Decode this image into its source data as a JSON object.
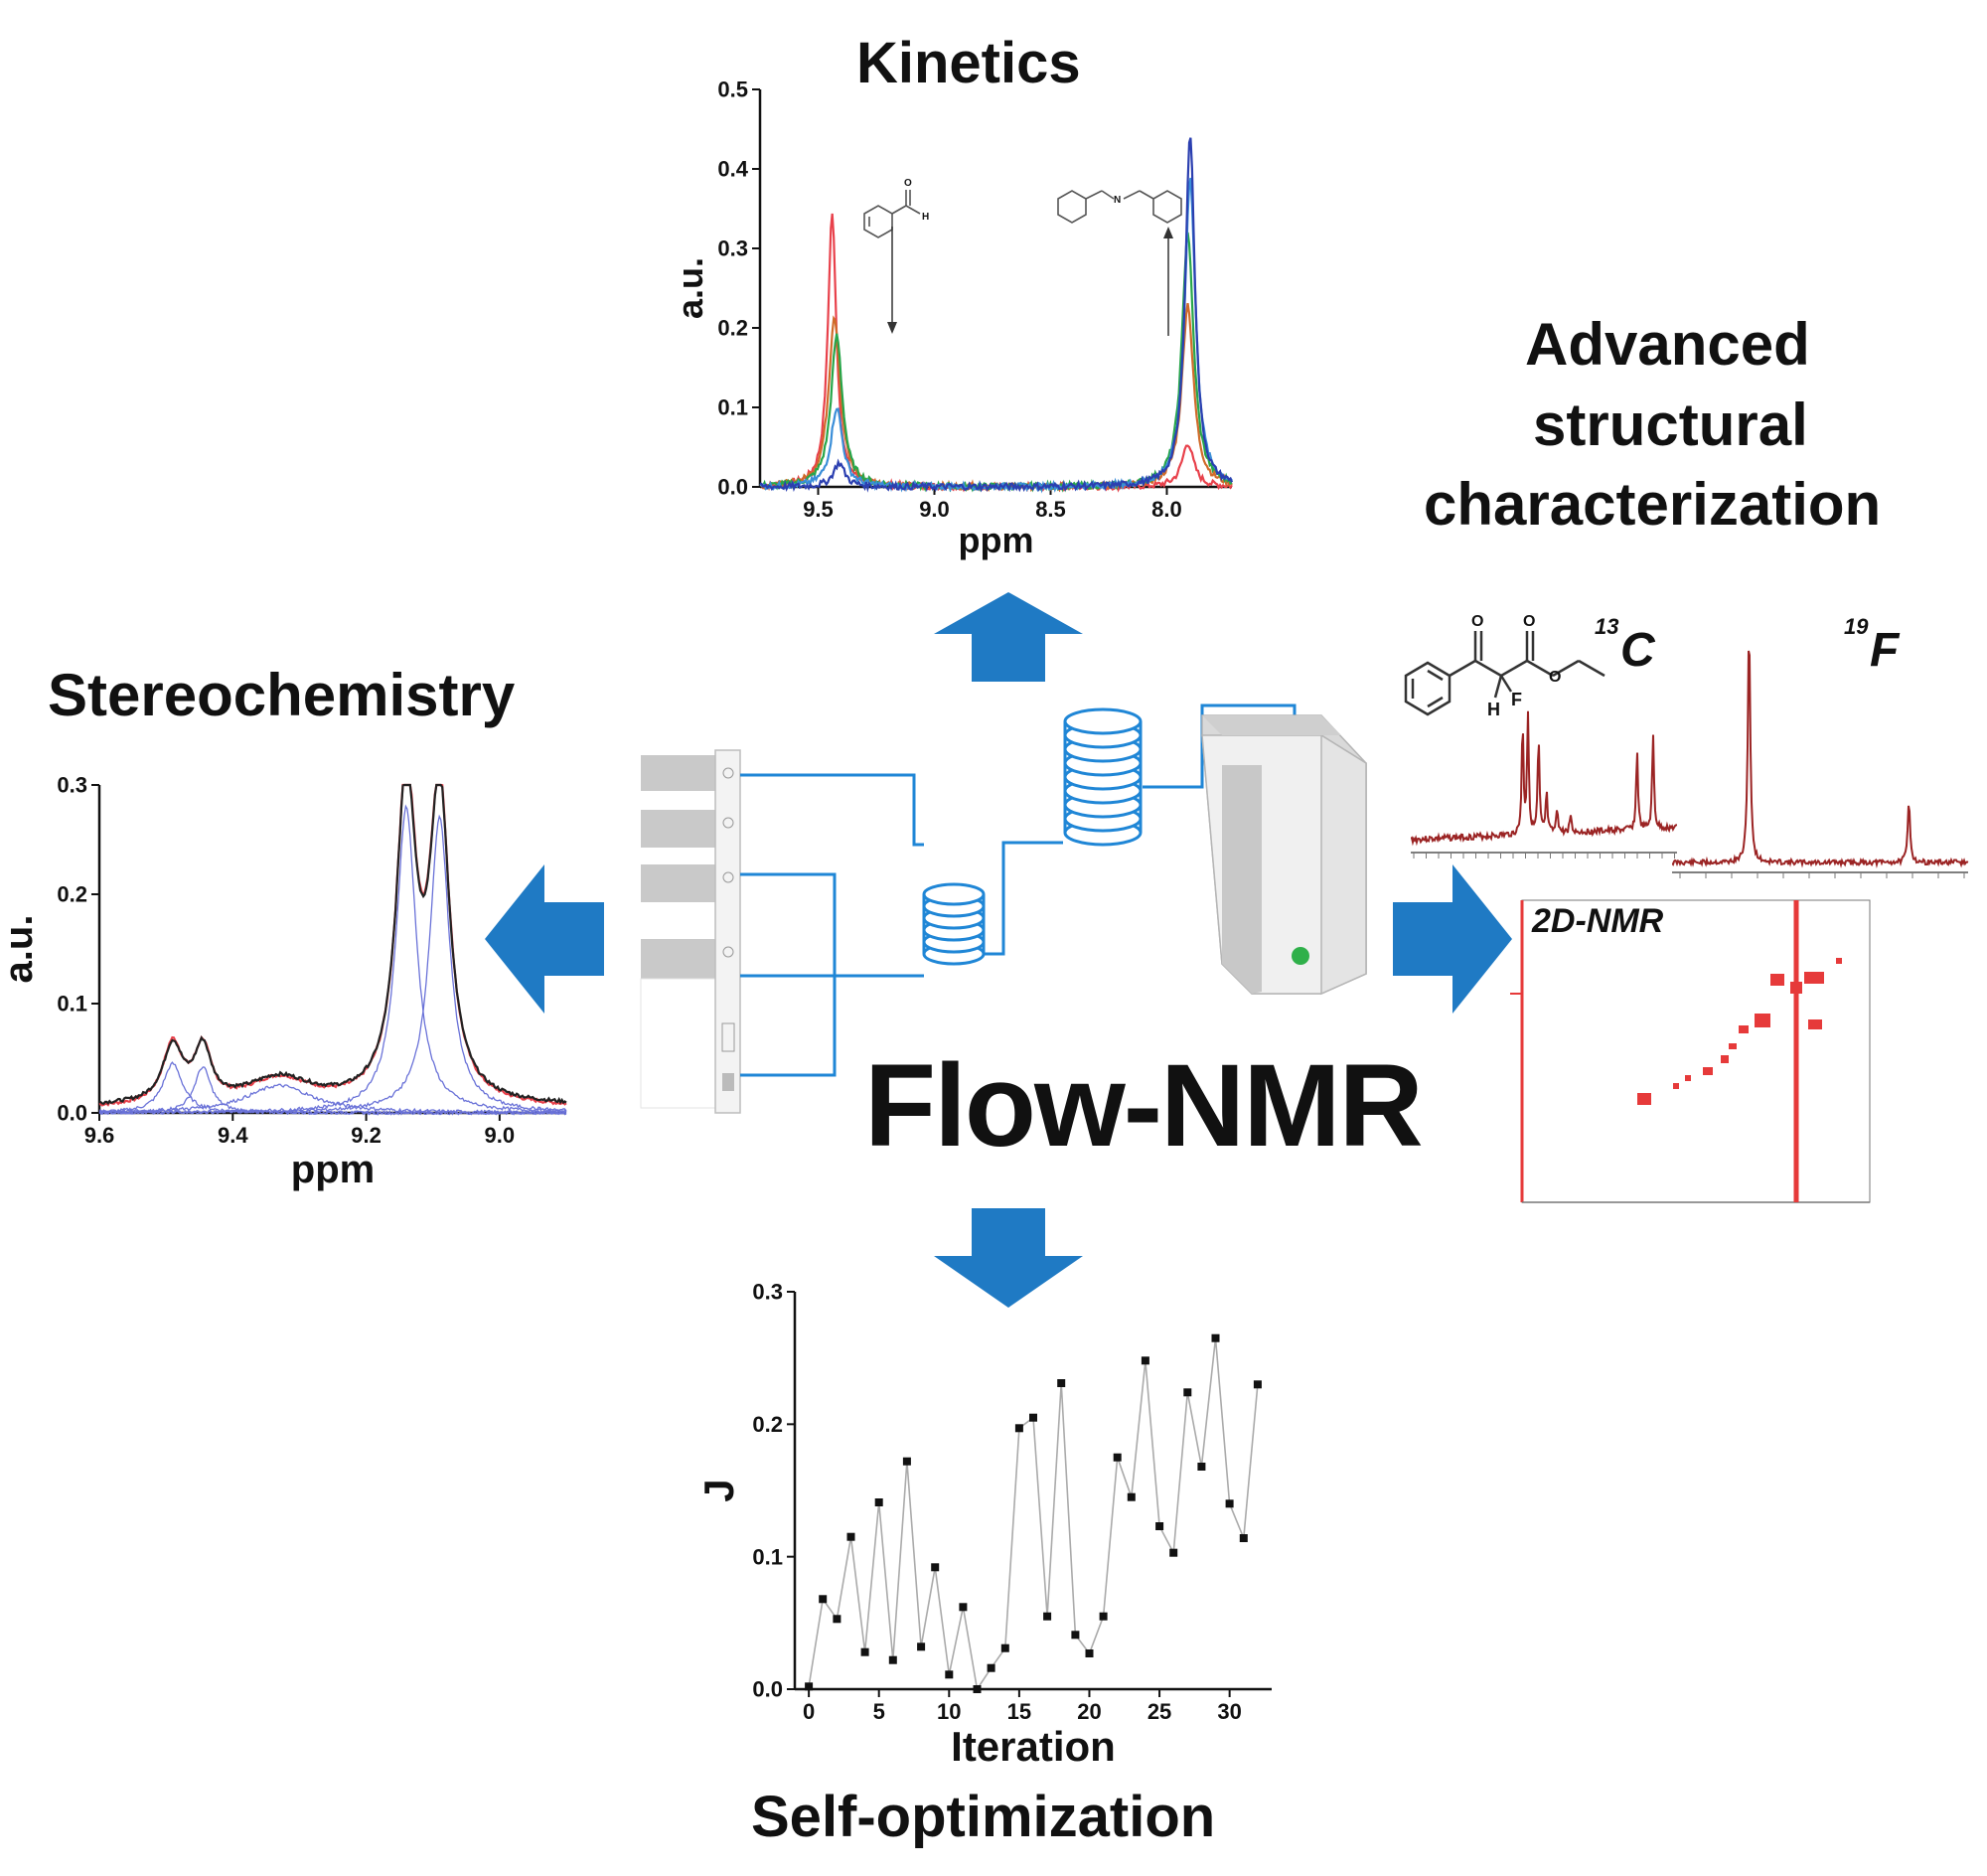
{
  "titles": {
    "kinetics": "Kinetics",
    "advanced": [
      "Advanced",
      "structural",
      "characterization"
    ],
    "stereochemistry": "Stereochemistry",
    "self_optimization": "Self-optimization",
    "center": "Flow-NMR"
  },
  "labels": {
    "c13": "13",
    "c13_elem": "C",
    "f19": "19",
    "f19_elem": "F",
    "twod": "2D-NMR",
    "mol_h": "H",
    "mol_f": "F",
    "ald_h": "H",
    "imine_n": "N"
  },
  "colors": {
    "arrow": "#1f7ac4",
    "flow_line": "#1f86d6",
    "spectrum_red": "#9b2424",
    "twod_red": "#e63a3a"
  },
  "chart_data": [
    {
      "id": "kinetics",
      "type": "line",
      "title": "Kinetics",
      "xlabel": "ppm",
      "ylabel": "a.u.",
      "xlim": [
        9.75,
        7.72
      ],
      "ylim": [
        0,
        0.5
      ],
      "xticks": [
        "9.5",
        "9.0",
        "8.5",
        "8.0"
      ],
      "xtick_values": [
        9.5,
        9.0,
        8.5,
        8.0
      ],
      "yticks": [
        "0.0",
        "0.1",
        "0.2",
        "0.3",
        "0.4",
        "0.5"
      ],
      "ytick_values": [
        0.0,
        0.1,
        0.2,
        0.3,
        0.4,
        0.5
      ],
      "series": [
        {
          "color": "#e8414b",
          "peaks": [
            [
              9.44,
              0.345,
              0.022
            ],
            [
              7.91,
              0.055,
              0.03
            ]
          ],
          "base": 0.0
        },
        {
          "color": "#d06b2a",
          "peaks": [
            [
              9.43,
              0.215,
              0.03
            ],
            [
              7.91,
              0.23,
              0.03
            ]
          ],
          "base": 0.0
        },
        {
          "color": "#27a64a",
          "peaks": [
            [
              9.42,
              0.19,
              0.03
            ],
            [
              7.91,
              0.32,
              0.03
            ]
          ],
          "base": 0.0
        },
        {
          "color": "#3a8ed8",
          "peaks": [
            [
              9.42,
              0.1,
              0.03
            ],
            [
              7.9,
              0.39,
              0.028
            ]
          ],
          "base": 0.0
        },
        {
          "color": "#2b3fb0",
          "peaks": [
            [
              9.41,
              0.03,
              0.03
            ],
            [
              7.9,
              0.445,
              0.025
            ]
          ],
          "base": 0.0
        }
      ]
    },
    {
      "id": "stereochemistry",
      "type": "line",
      "title": "Stereochemistry",
      "xlabel": "ppm",
      "ylabel": "a.u.",
      "xlim": [
        9.6,
        8.9
      ],
      "ylim": [
        0,
        0.3
      ],
      "xticks": [
        "9.6",
        "9.4",
        "9.2",
        "9.0"
      ],
      "xtick_values": [
        9.6,
        9.4,
        9.2,
        9.0
      ],
      "yticks": [
        "0.0",
        "0.1",
        "0.2",
        "0.3"
      ],
      "ytick_values": [
        0.0,
        0.1,
        0.2,
        0.3
      ],
      "series": [
        {
          "name": "fit",
          "color": "#e8414b",
          "peaks": [
            [
              9.49,
              0.055,
              0.018
            ],
            [
              9.445,
              0.05,
              0.015
            ],
            [
              9.33,
              0.025,
              0.06
            ],
            [
              9.14,
              0.29,
              0.018
            ],
            [
              9.09,
              0.28,
              0.018
            ]
          ],
          "base": 0.004
        },
        {
          "name": "exp",
          "color": "#222222",
          "peaks": [
            [
              9.49,
              0.052,
              0.018
            ],
            [
              9.445,
              0.048,
              0.015
            ],
            [
              9.33,
              0.024,
              0.06
            ],
            [
              9.14,
              0.285,
              0.018
            ],
            [
              9.09,
              0.275,
              0.018
            ]
          ],
          "base": 0.006
        },
        {
          "name": "c1",
          "color": "#6a72d8",
          "peaks": [
            [
              9.49,
              0.045,
              0.018
            ]
          ],
          "base": 0.0
        },
        {
          "name": "c2",
          "color": "#6a72d8",
          "peaks": [
            [
              9.445,
              0.042,
              0.015
            ]
          ],
          "base": 0.0
        },
        {
          "name": "c3",
          "color": "#6a72d8",
          "peaks": [
            [
              9.33,
              0.025,
              0.06
            ]
          ],
          "base": 0.0
        },
        {
          "name": "c4",
          "color": "#6a72d8",
          "peaks": [
            [
              9.14,
              0.28,
              0.018
            ]
          ],
          "base": 0.0
        },
        {
          "name": "c5",
          "color": "#6a72d8",
          "peaks": [
            [
              9.09,
              0.27,
              0.018
            ]
          ],
          "base": 0.0
        }
      ]
    },
    {
      "id": "self_optimization",
      "type": "scatter",
      "title": "Self-optimization",
      "xlabel": "Iteration",
      "ylabel": "J",
      "xlim": [
        -1,
        33
      ],
      "ylim": [
        0,
        0.3
      ],
      "xticks": [
        "0",
        "5",
        "10",
        "15",
        "20",
        "25",
        "30"
      ],
      "xtick_values": [
        0,
        5,
        10,
        15,
        20,
        25,
        30
      ],
      "yticks": [
        "0.0",
        "0.1",
        "0.2",
        "0.3"
      ],
      "ytick_values": [
        0.0,
        0.1,
        0.2,
        0.3
      ],
      "x": [
        0,
        1,
        2,
        3,
        4,
        5,
        6,
        7,
        8,
        9,
        10,
        11,
        12,
        13,
        14,
        15,
        16,
        17,
        18,
        19,
        20,
        21,
        22,
        23,
        24,
        25,
        26,
        27,
        28,
        29,
        30,
        31,
        32
      ],
      "y": [
        0.002,
        0.068,
        0.053,
        0.115,
        0.028,
        0.141,
        0.022,
        0.172,
        0.032,
        0.092,
        0.011,
        0.062,
        0.0,
        0.016,
        0.031,
        0.197,
        0.205,
        0.055,
        0.231,
        0.041,
        0.027,
        0.055,
        0.175,
        0.145,
        0.248,
        0.123,
        0.103,
        0.224,
        0.168,
        0.265,
        0.14,
        0.114,
        0.23
      ]
    }
  ]
}
